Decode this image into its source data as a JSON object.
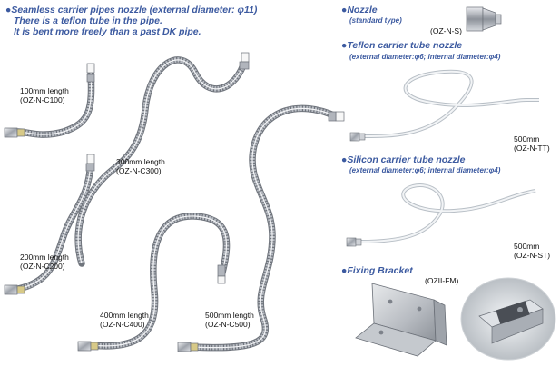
{
  "left": {
    "title": "Seamless carrier pipes nozzle (external diameter: φ11)",
    "line2": "There is a teflon tube in the pipe.",
    "line3": "It is bent more freely than a past DK pipe.",
    "pipes": [
      {
        "length": "100mm length",
        "code": "(OZ-N-C100)"
      },
      {
        "length": "300mm length",
        "code": "(OZ-N-C300)"
      },
      {
        "length": "200mm length",
        "code": "(OZ-N-C200)"
      },
      {
        "length": "400mm length",
        "code": "(OZ-N-C400)"
      },
      {
        "length": "500mm length",
        "code": "(OZ-N-C500)"
      }
    ]
  },
  "nozzle": {
    "title": "Nozzle",
    "subtitle": "(standard type)",
    "code": "(OZ-N-S)"
  },
  "teflon": {
    "title": "Teflon carrier tube nozzle",
    "subtitle": "(external diameter:φ6; internal diameter:φ4)",
    "length": "500mm",
    "code": "(OZ-N-TT)"
  },
  "silicon": {
    "title": "Silicon carrier tube nozzle",
    "subtitle": "(external diameter:φ6; internal diameter:φ4)",
    "length": "500mm",
    "code": "(OZ-N-ST)"
  },
  "bracket": {
    "title": "Fixing Bracket",
    "code": "(OZII-FM)"
  },
  "colors": {
    "heading": "#3c5aa0",
    "pipe": "#9a9ea6",
    "pipe_light": "#d8dbe0",
    "tube": "#d5dadf"
  }
}
